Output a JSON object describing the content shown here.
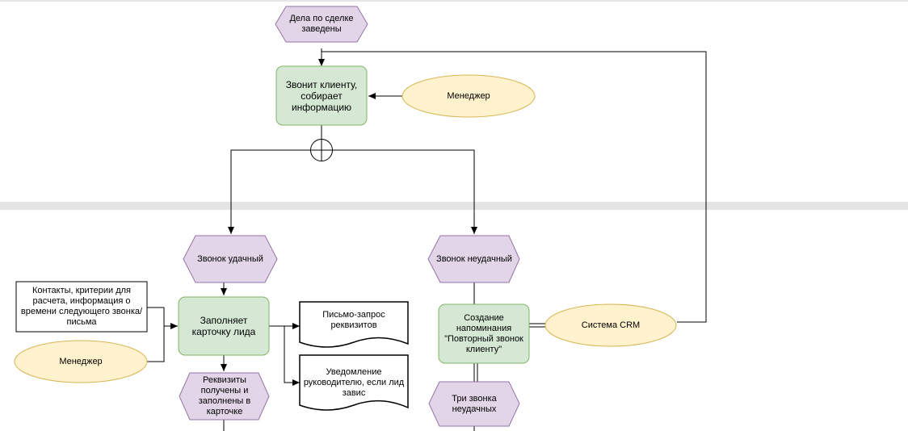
{
  "nodes": {
    "event_deals": {
      "label": "Дела по сделке заведены",
      "fill": "#e1d5e7",
      "stroke": "#9673a6"
    },
    "func_call_client": {
      "label": "Звонит клиенту, собирает информацию",
      "fill": "#d5e8d4",
      "stroke": "#82b366"
    },
    "role_manager_top": {
      "label": "Менеджер",
      "fill": "#fff2cc",
      "stroke": "#d6b656"
    },
    "event_call_success": {
      "label": "Звонок удачный"
    },
    "event_call_fail": {
      "label": "Звонок неудачный"
    },
    "info_contacts": {
      "label": "Контакты, критерии для расчета, информация о времени следующего звонка/письма"
    },
    "role_manager_bottom": {
      "label": "Менеджер"
    },
    "func_fill_card": {
      "label": "Заполняет карточку лида"
    },
    "doc_letter_request": {
      "label": "Письмо-запрос реквизитов"
    },
    "doc_notify_head": {
      "label": "Уведомление руководителю,  если лид завис"
    },
    "event_details_received": {
      "label": "Реквизиты получены и заполнены в карточке"
    },
    "func_create_reminder": {
      "label": "Создание напоминания \"Повторный звонок клиенту\""
    },
    "system_crm": {
      "label": "Система CRM"
    },
    "event_three_fails": {
      "label": "Три звонка неудачных"
    }
  },
  "connector": {
    "type": "xor",
    "symbol": "⊕"
  },
  "colors": {
    "event_fill": "#e1d5e7",
    "event_stroke": "#9673a6",
    "function_fill": "#d5e8d4",
    "function_stroke": "#82b366",
    "role_fill": "#fff2cc",
    "role_stroke": "#d6b656",
    "edge": "#000000"
  }
}
